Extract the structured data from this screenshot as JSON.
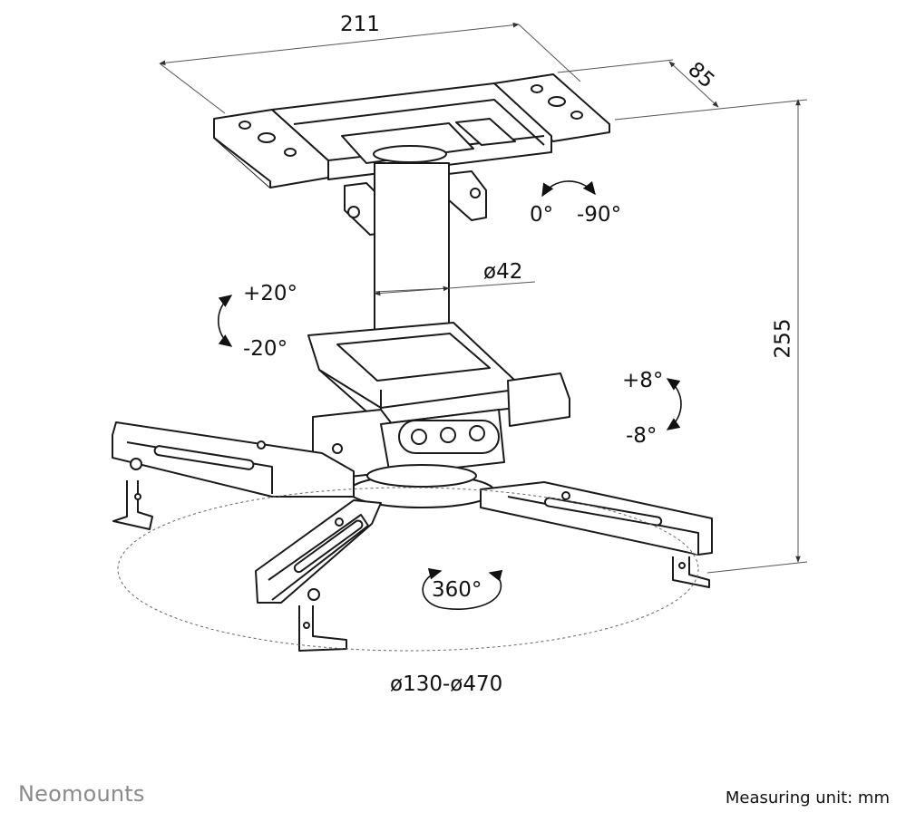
{
  "dimensions": {
    "width": "211",
    "depth": "85",
    "height": "255",
    "tube_diameter": "ø42",
    "arm_range": "ø130-ø470"
  },
  "rotations": {
    "swivel_start": "0°",
    "swivel_end": "-90°",
    "tilt_up": "+20°",
    "tilt_down": "-20°",
    "roll_up": "+8°",
    "roll_down": "-8°",
    "rotation": "360°"
  },
  "footer": {
    "brand": "Neomounts",
    "unit": "Measuring unit: mm"
  },
  "colors": {
    "line": "#1a1a1a",
    "dimension": "#555555",
    "brand": "#8a8a8a"
  }
}
